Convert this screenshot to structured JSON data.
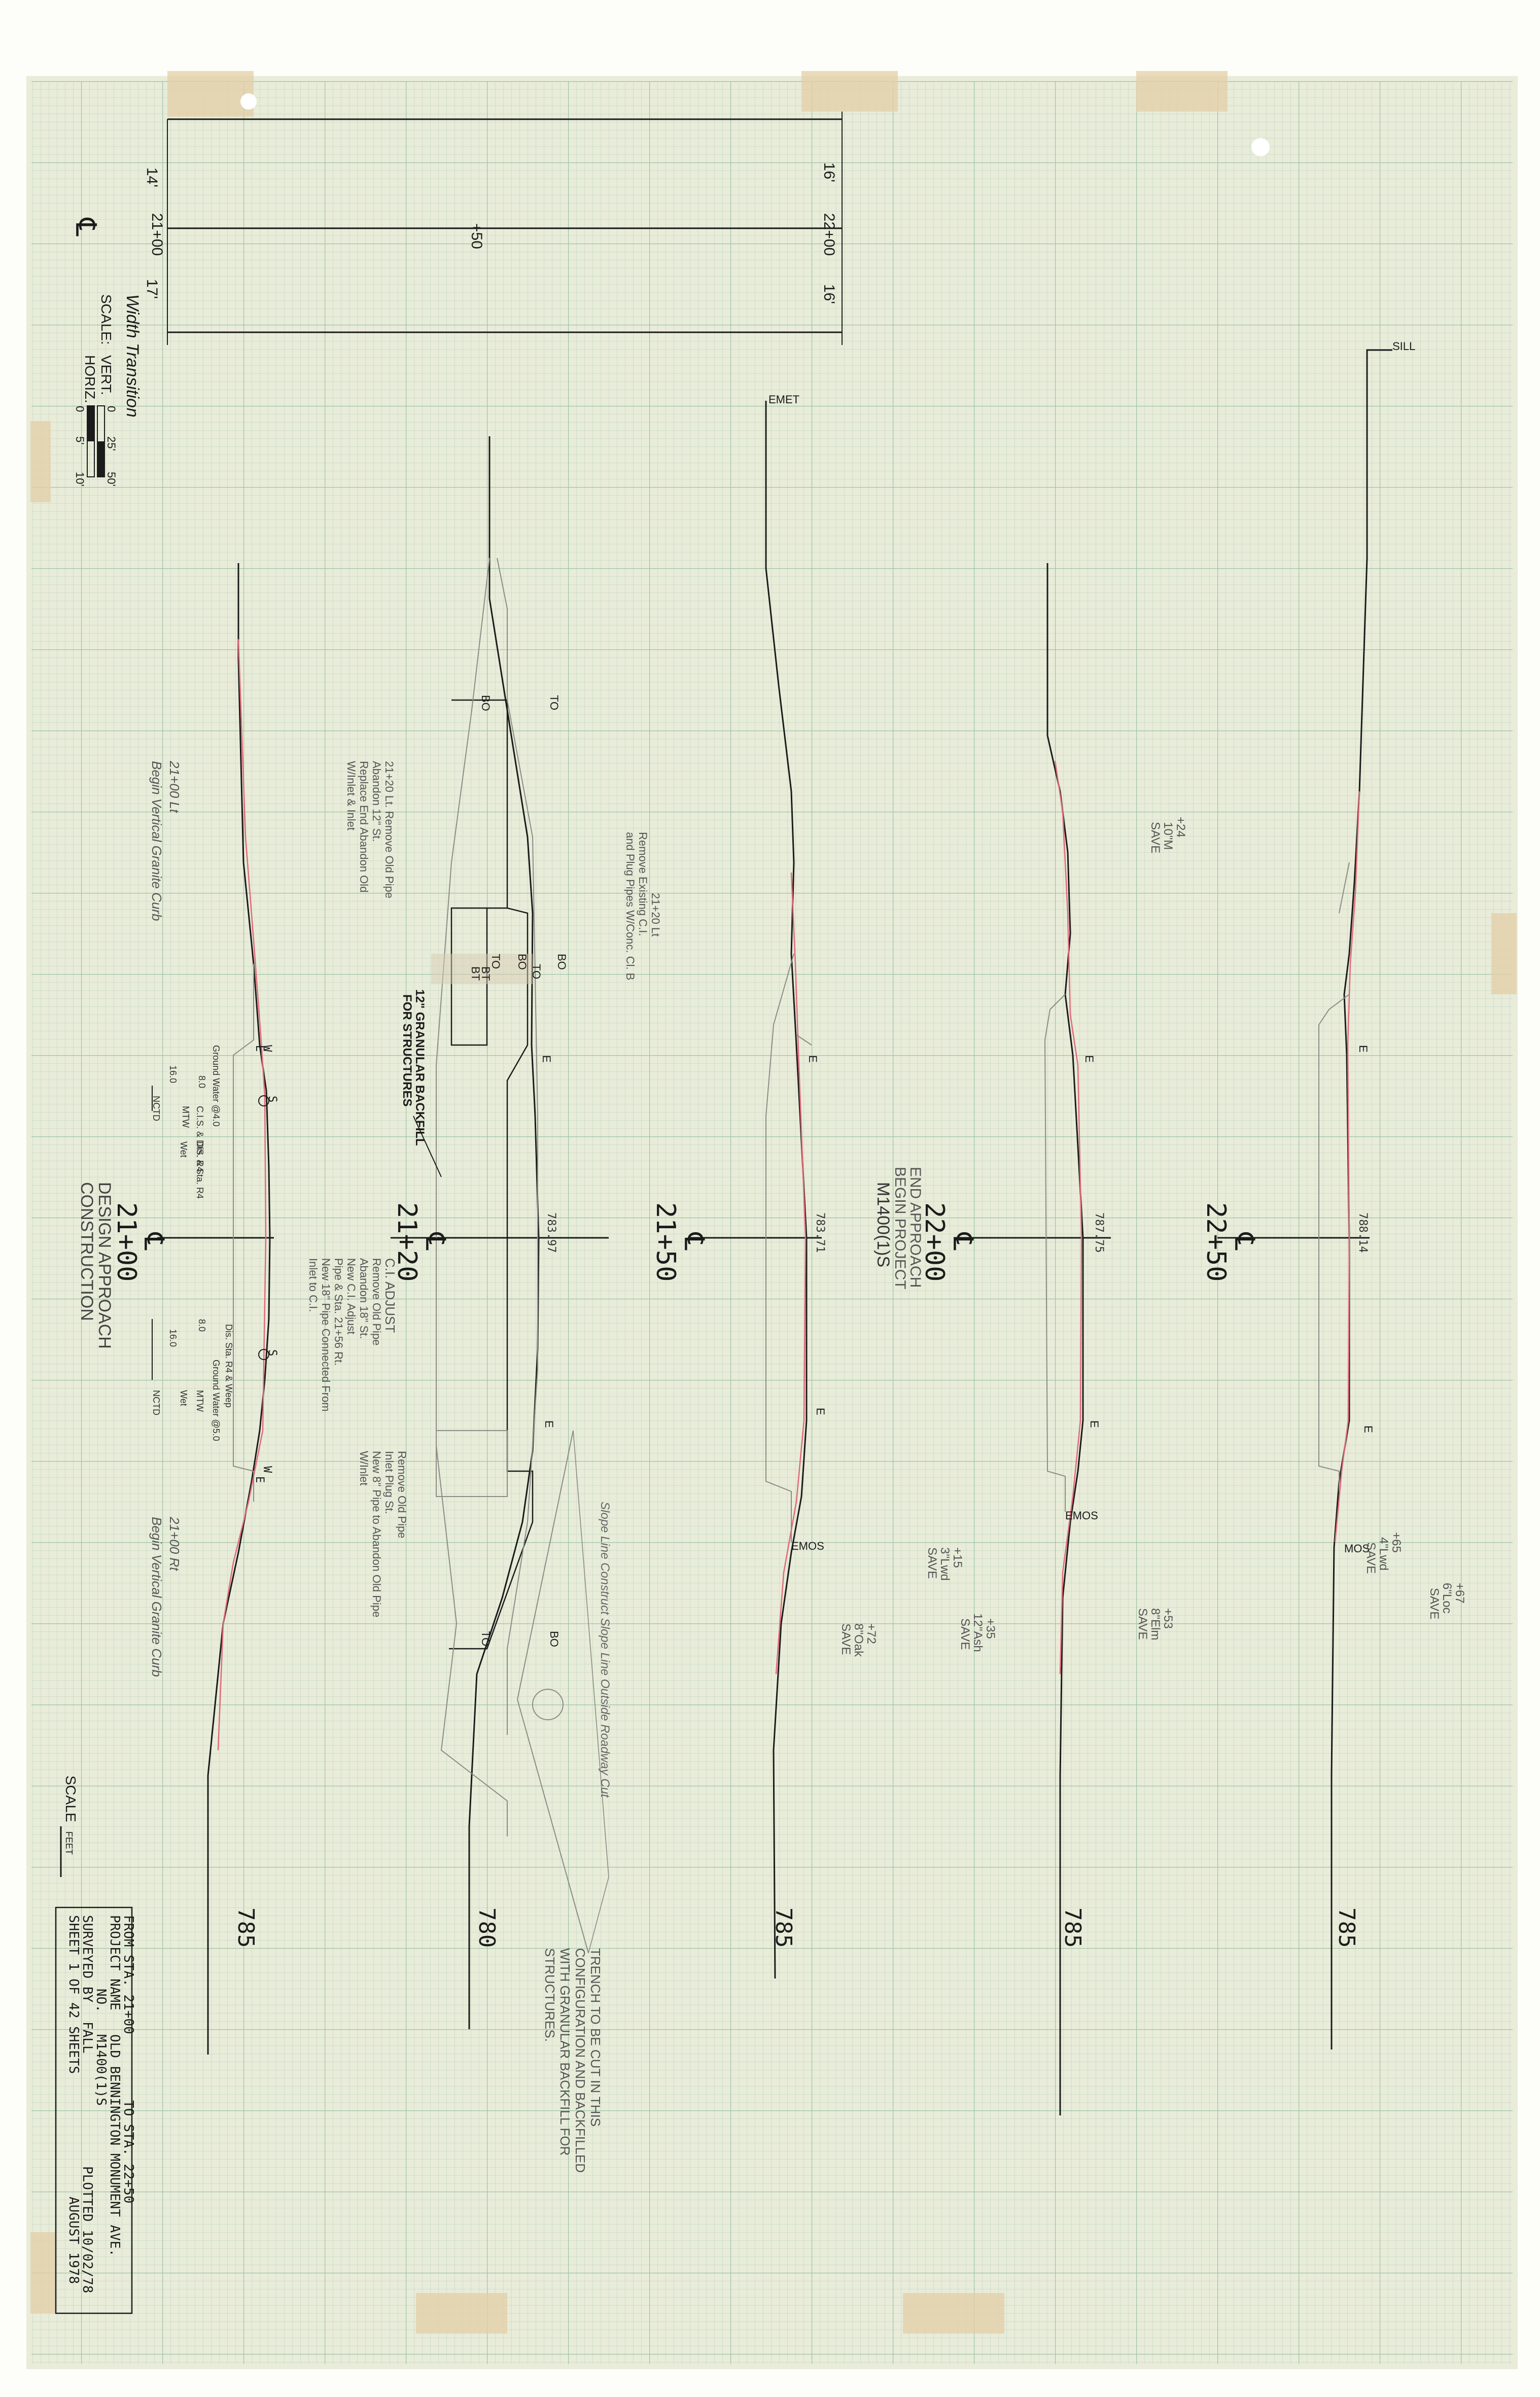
{
  "sheet": {
    "paper_color": "#e8ecd9",
    "grid_color": "#b8d2bd",
    "grid_major_color": "#9dc2a6",
    "ink_color": "#1b1b1b",
    "pencil_color": "#8c8c84",
    "red_color": "#e06a78",
    "tape_color": "#e4cfa6"
  },
  "header_plan": {
    "left_offset": "14'",
    "right_offset": "16'",
    "left_offset_lower": "17'",
    "right_offset_lower": "16'",
    "station_start": "21+00",
    "station_mid": "+50",
    "station_end": "22+00",
    "centerline_symbol": "℄",
    "note": "Width Transition"
  },
  "scale_block": {
    "label": "SCALE:",
    "vert": "VERT.",
    "horiz": "HORIZ.",
    "v_ticks": [
      "0",
      "25'",
      "50'"
    ],
    "h_ticks": [
      "0",
      "5'",
      "10'"
    ],
    "bottom_scale": "SCALE",
    "bottom_unit": "FEET"
  },
  "sections": [
    {
      "id": "s1",
      "station": "21+00",
      "elevation": "785",
      "notes": [
        "21+00 Lt",
        "Begin Vertical Granite Curb",
        "21+00 Rt",
        "Begin Vertical Granite Curb"
      ],
      "labels": [
        "S",
        "S",
        "W",
        "W",
        "E",
        "E"
      ],
      "details": [
        "Ground Water @4.0",
        "C.I.S. & DIS. R4",
        "MTW",
        "Dis. & Sta. R4",
        "Wet",
        "8.0",
        "8.0",
        "Ground Water @5.0",
        "Dis. Sta. R4 & Weep",
        "MTW",
        "Wet",
        "16.0",
        "16.0",
        "NCTD",
        "NCTD"
      ],
      "remarks": [
        "DESIGN APPROACH",
        "CONSTRUCTION"
      ]
    },
    {
      "id": "s2",
      "station": "21+20",
      "elevation": "780",
      "labels": [
        "BO",
        "TO",
        "TO",
        "BO",
        "TO",
        "BO",
        "TO",
        "BO",
        "BT",
        "BT",
        "E",
        "E"
      ],
      "notes": [
        "21+20 Lt. Remove Old Pipe",
        "Abandon 12\" St.",
        "Replace End Abandon Old",
        "W/Inlet & Inlet",
        "12\" GRANULAR BACKFILL",
        "FOR STRUCTURES",
        "21+20 Lt",
        "Remove Existing C.I.",
        "and Plug Pipes W/Conc. Cl. B",
        "C.I. ADJUST",
        "Remove Old Pipe",
        "Abandon 18\" St.",
        "New C.I. Adjust",
        "Pipe & Sta. 21+56 Rt.",
        "New 18\" Pipe Connected From",
        "Inlet to C.I.",
        "Remove Old Pipe",
        "Inlet Plug St.",
        "New 8\" Pipe to Abandon Old Pipe",
        "W/Inlet"
      ],
      "elev_mark": "783.97"
    },
    {
      "id": "s3",
      "station": "21+50",
      "elevation": "785",
      "labels": [
        "EMET",
        "E",
        "E",
        "EMOS"
      ],
      "notes": [
        "Slope Line Construct Slope Line Outside Roadway Cut",
        "TRENCH TO BE CUT IN THIS",
        "CONFIGURATION AND BACKFILLED",
        "WITH GRANULAR BACKFILL FOR",
        "STRUCTURES."
      ],
      "elev_mark": "783.71"
    },
    {
      "id": "s4",
      "station": "22+00",
      "elevation": "785",
      "labels": [
        "E",
        "E",
        "EMOS"
      ],
      "notes": [
        "+24",
        "10\"M",
        "SAVE",
        "END APPROACH",
        "BEGIN PROJECT",
        "M1400(1)S",
        "+72",
        "8\"Oak",
        "SAVE",
        "+35",
        "12\"Ash",
        "SAVE",
        "+15",
        "3\"Lwd",
        "SAVE",
        "+53",
        "8\"Elm",
        "SAVE"
      ],
      "elev_mark": "787.75"
    },
    {
      "id": "s5",
      "station": "22+50",
      "elevation": "785",
      "labels": [
        "SILL",
        "E",
        "E",
        "MOS"
      ],
      "notes": [
        "+65",
        "4\"Lwd",
        "SAVE",
        "+67",
        "6\"Loc",
        "SAVE"
      ],
      "elev_mark": "788.14"
    }
  ],
  "title_block": {
    "line1": "FROM STA. 21+00",
    "line1b": "TO STA. 22+50",
    "line2": "PROJECT NAME",
    "line2b": "OLD BENNINGTON MONUMENT AVE.",
    "line3": "NO.",
    "line3b": "M1400(1)S",
    "line4": "SURVEYED BY",
    "line4b": "FALL",
    "line4c": "PLOTTED 10/02/78",
    "line5": "SHEET 1 OF 42 SHEETS",
    "line5b": "AUGUST 1978"
  }
}
